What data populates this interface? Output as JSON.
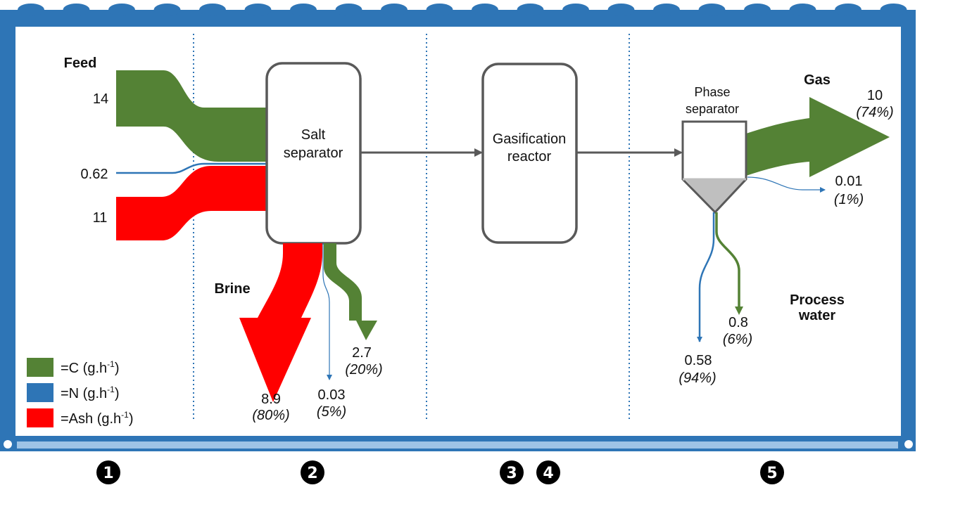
{
  "colors": {
    "carbon": "#548235",
    "nitrogen": "#2e75b6",
    "ash": "#ff0000",
    "frame": "#2e75b6",
    "frame_bar": "#9dc3e6",
    "box_stroke": "#595959",
    "arrow": "#595959",
    "solids": "#bfbfbf"
  },
  "feed": {
    "title": "Feed",
    "carbon": "14",
    "nitrogen": "0.62",
    "ash": "11"
  },
  "units": {
    "salt_separator": {
      "line1": "Salt",
      "line2": "separator"
    },
    "gasification_reactor": {
      "line1": "Gasification",
      "line2": "reactor"
    },
    "phase_separator": {
      "line1": "Phase",
      "line2": "separator"
    }
  },
  "brine": {
    "title": "Brine",
    "ash_value": "8.9",
    "ash_pct": "(80%)",
    "nitrogen_value": "0.03",
    "nitrogen_pct": "(5%)",
    "carbon_value": "2.7",
    "carbon_pct": "(20%)"
  },
  "gas": {
    "title": "Gas",
    "carbon_value": "10",
    "carbon_pct": "(74%)",
    "nitrogen_value": "0.01",
    "nitrogen_pct": "(1%)"
  },
  "process_water": {
    "title_line1": "Process",
    "title_line2": "water",
    "nitrogen_value": "0.58",
    "nitrogen_pct": "(94%)",
    "carbon_value": "0.8",
    "carbon_pct": "(6%)"
  },
  "legend": {
    "carbon": {
      "prefix": "=C (g.h",
      "sup": "-1",
      "suffix": ")"
    },
    "nitrogen": {
      "prefix": "=N (g.h",
      "sup": "-1",
      "suffix": ")"
    },
    "ash": {
      "prefix": "=Ash (g.h",
      "sup": "-1",
      "suffix": ")"
    }
  },
  "stages": [
    {
      "label": "1"
    },
    {
      "label": "2"
    },
    {
      "label": "3"
    },
    {
      "label": "4"
    },
    {
      "label": "5"
    }
  ]
}
